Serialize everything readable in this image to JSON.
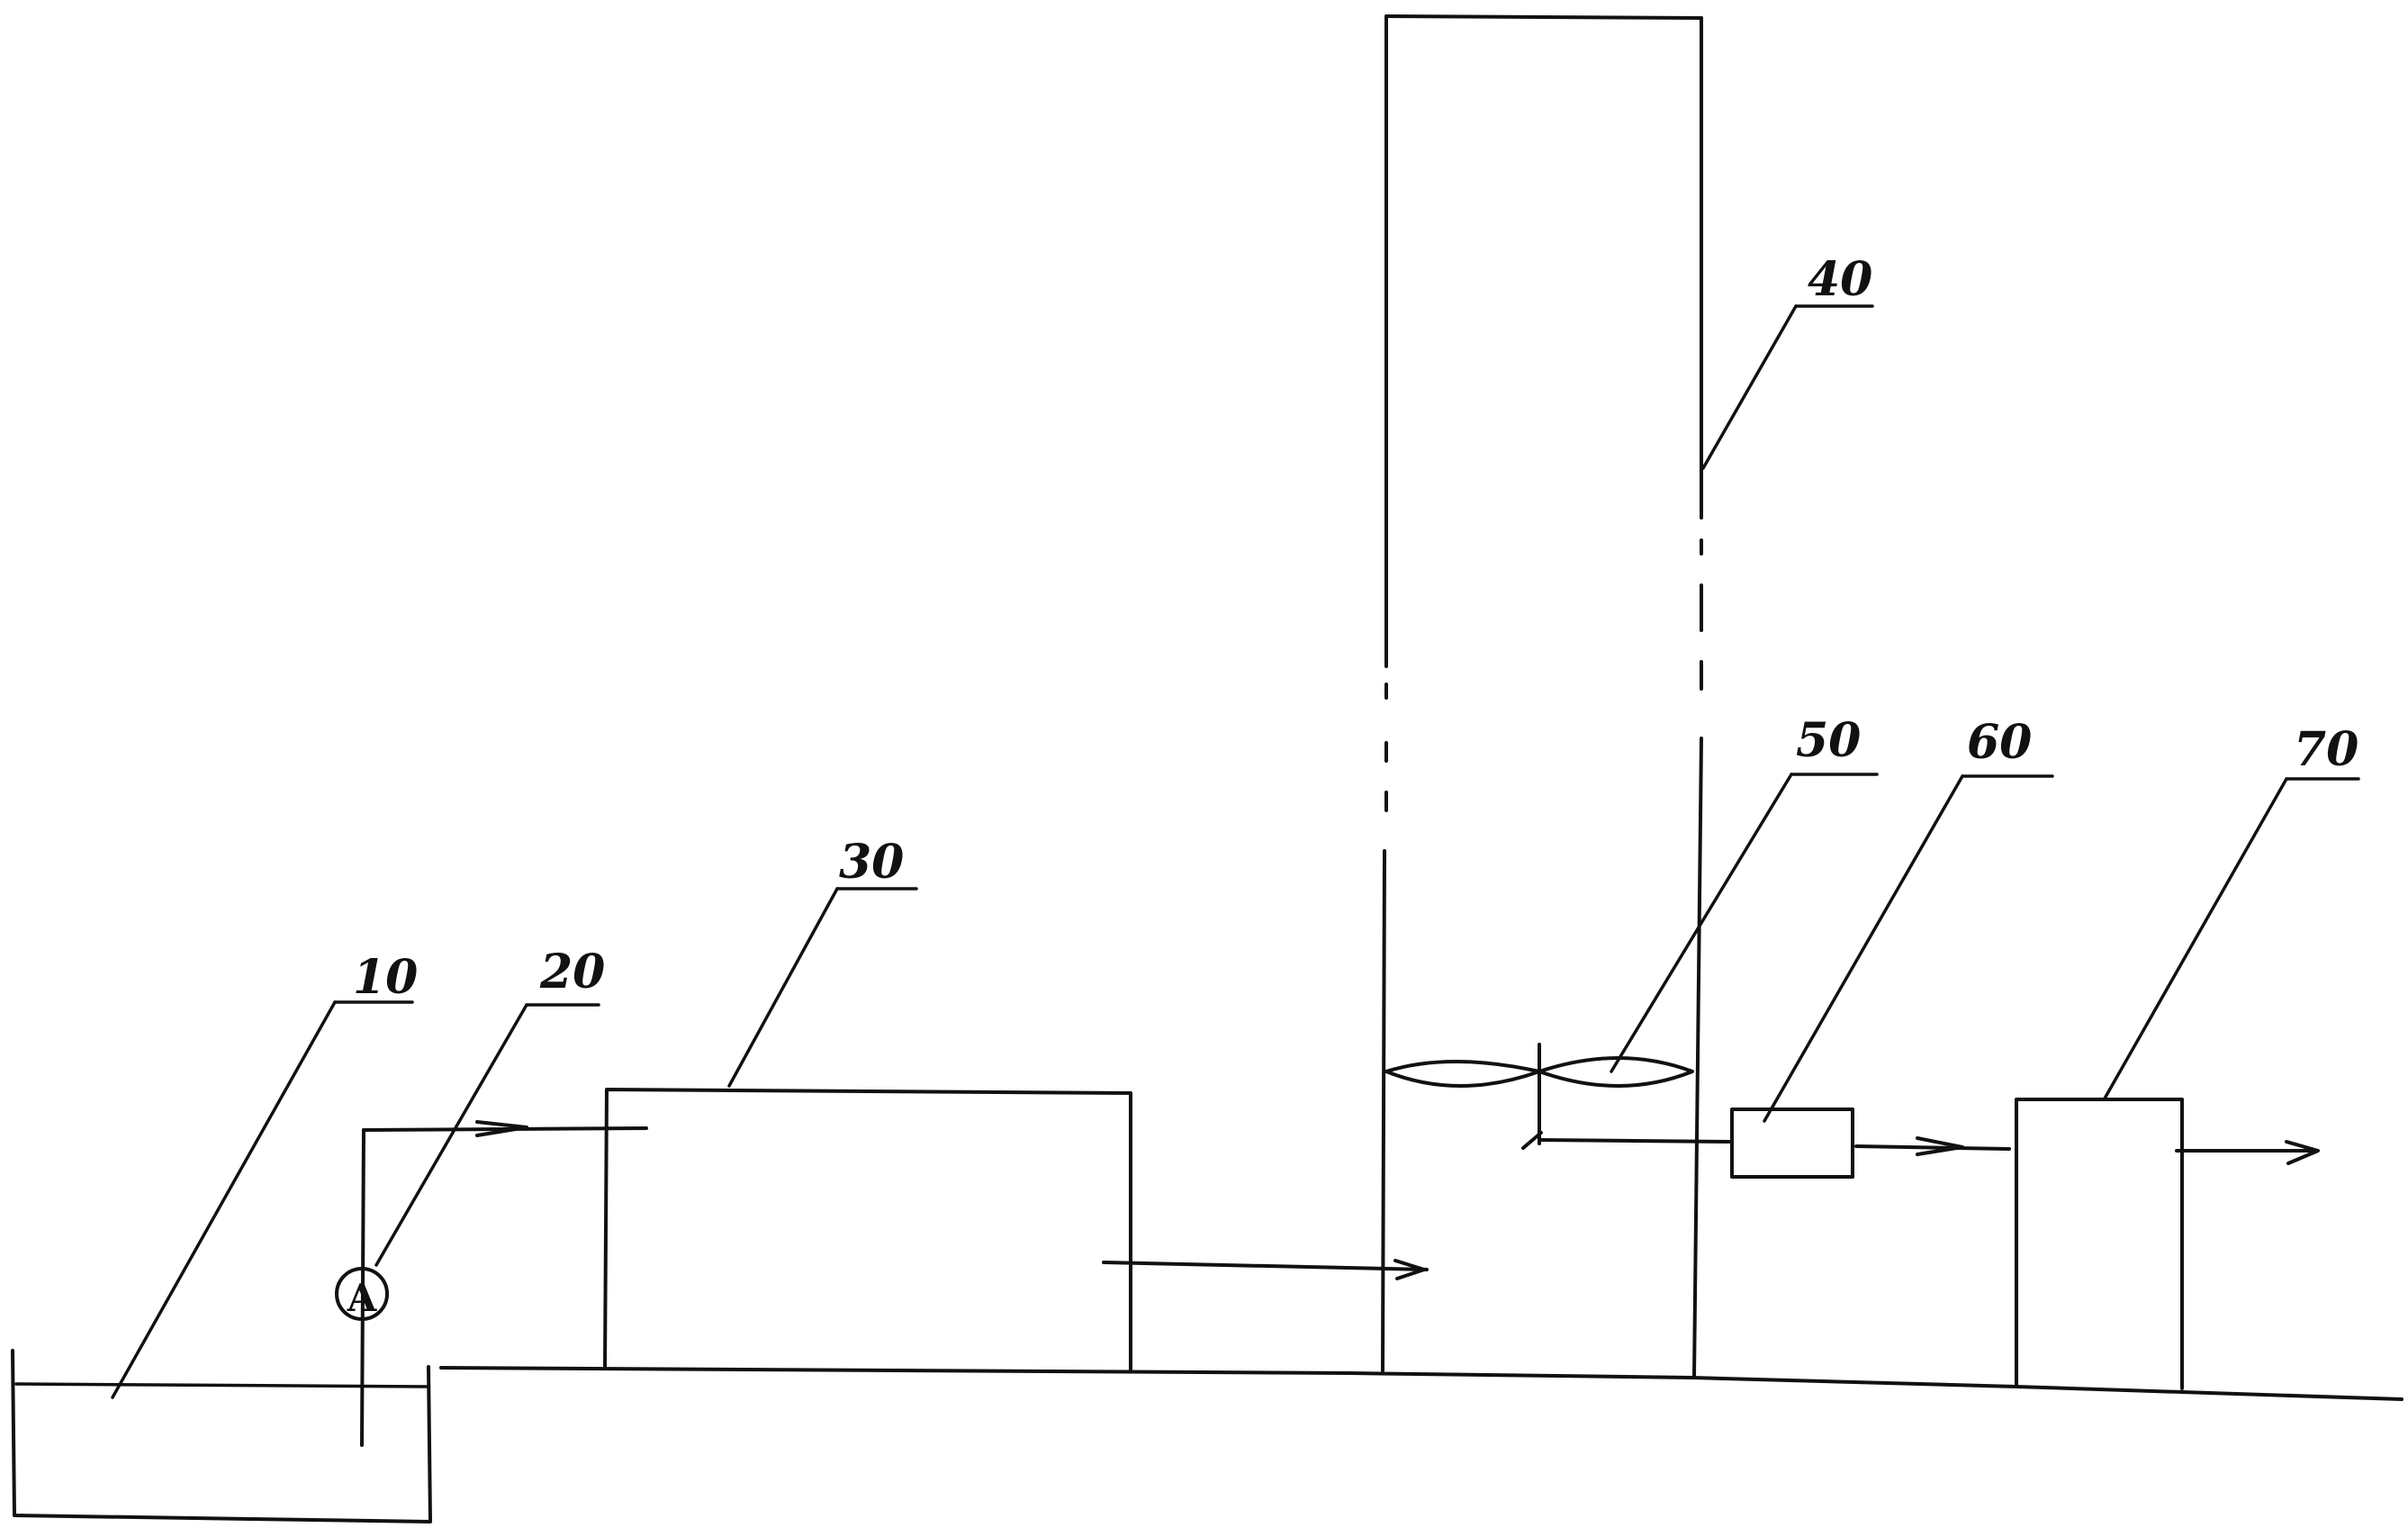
{
  "diagram": {
    "labels": {
      "tank": "10",
      "pump": "20",
      "unit_30": "30",
      "column": "40",
      "impeller": "50",
      "unit_60": "60",
      "unit_70": "70"
    },
    "pump_symbol": "A",
    "line_color": "#111111",
    "background": "#ffffff"
  }
}
